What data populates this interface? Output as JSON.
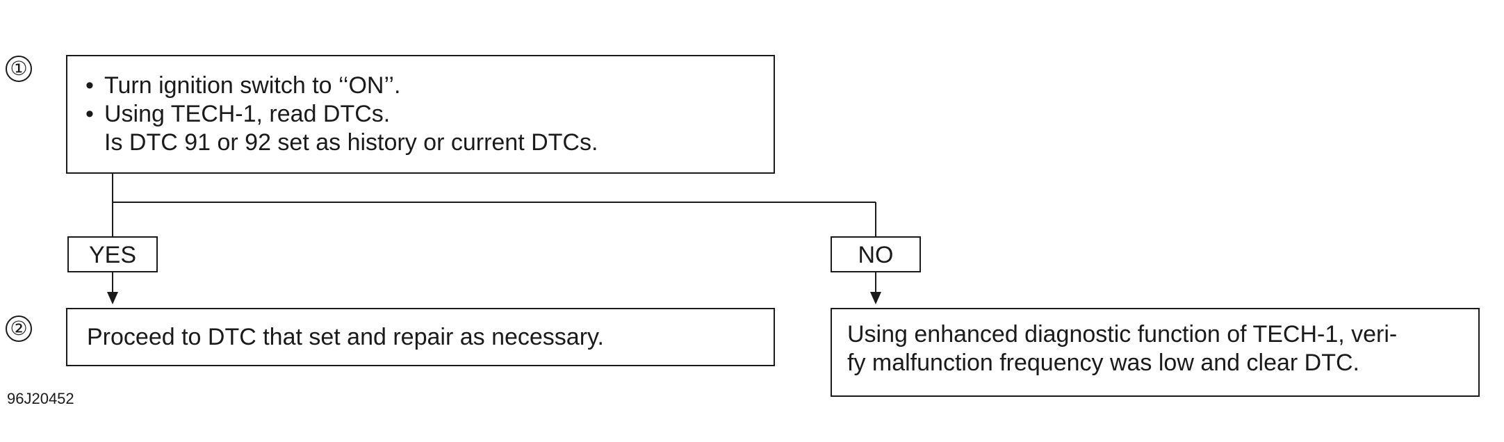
{
  "diagram": {
    "step1": {
      "marker": "①",
      "bullets": [
        "Turn ignition switch to ‘‘ON’’.",
        "Using TECH-1, read DTCs."
      ],
      "question": "Is DTC 91 or 92 set as history or current DTCs."
    },
    "yes_label": "YES",
    "no_label": "NO",
    "step2": {
      "marker": "②",
      "text": "Proceed to DTC that set and repair as necessary."
    },
    "no_result": {
      "line1": "Using enhanced diagnostic function of TECH-1, veri-",
      "line2": "fy malfunction frequency was low and clear DTC."
    },
    "figure_id": "96J20452"
  }
}
